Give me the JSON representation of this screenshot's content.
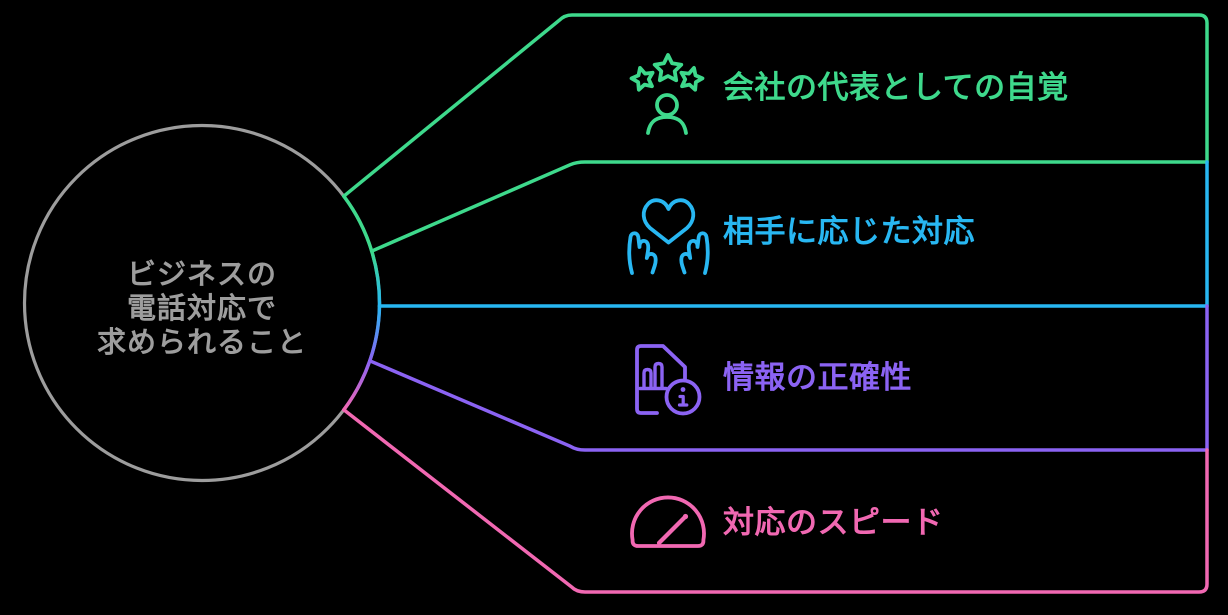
{
  "canvas": {
    "background": "#000000"
  },
  "topic": {
    "lines": [
      "ビジネスの",
      "電話対応で",
      "求められること"
    ],
    "color": "#9d9d9d"
  },
  "branches": [
    {
      "label": "会社の代表としての自覚",
      "color": "#3ed98c",
      "icon": "stars-person-icon"
    },
    {
      "label": "相手に応じた対応",
      "color": "#28b7f2",
      "icon": "hands-heart-icon"
    },
    {
      "label": "情報の正確性",
      "color": "#8b63f3",
      "icon": "document-info-icon"
    },
    {
      "label": "対応のスピード",
      "color": "#f168b2",
      "icon": "speedometer-icon"
    }
  ]
}
